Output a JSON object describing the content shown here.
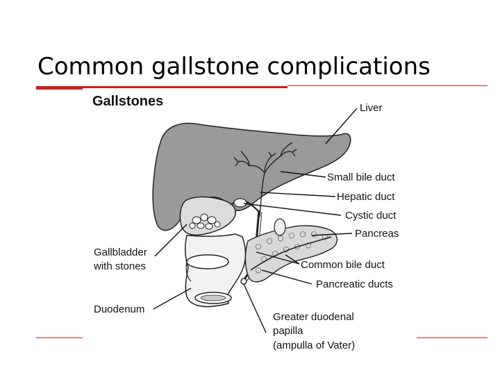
{
  "slide": {
    "title": "Common gallstone complications",
    "accent_color": "#cc1f1f"
  },
  "figure": {
    "title": "Gallstones",
    "labels": {
      "liver": "Liver",
      "small_bile_duct": "Small bile duct",
      "hepatic_duct": "Hepatic duct",
      "cystic_duct": "Cystic duct",
      "pancreas": "Pancreas",
      "gallbladder_line1": "Gallbladder",
      "gallbladder_line2": "with stones",
      "common_bile_duct": "Common bile duct",
      "pancreatic_ducts": "Pancreatic ducts",
      "duodenum": "Duodenum",
      "papilla_line1": "Greater duodenal",
      "papilla_line2": "papilla",
      "papilla_line3": "(ampulla of Vater)"
    }
  }
}
